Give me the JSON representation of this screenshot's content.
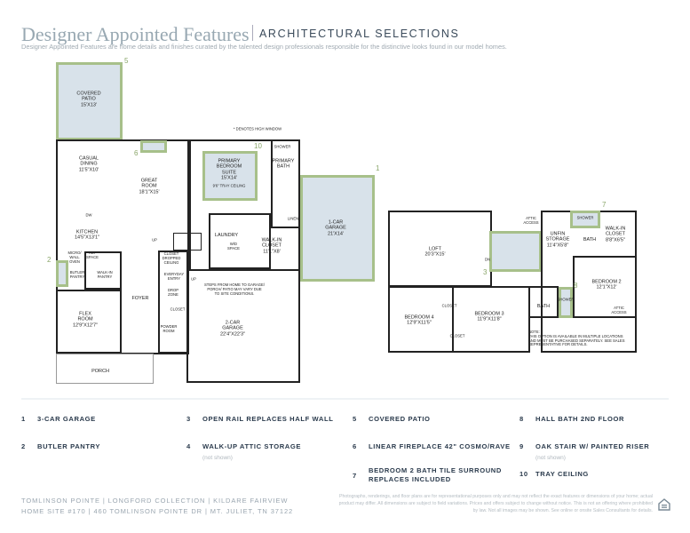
{
  "header": {
    "title": "Designer Appointed Features",
    "subtitle": "ARCHITECTURAL SELECTIONS",
    "intro": "Designer Appointed Features are home details and finishes curated by the talented design professionals responsible for the distinctive looks found in our model homes."
  },
  "main_floor": {
    "rooms": [
      "COVERED\nPATIO\n15'X13'",
      "CASUAL\nDINING\n11'5\"X10'",
      "GREAT\nROOM\n18'1\"X15'",
      "KITCHEN\n14'5\"X13'1\"",
      "PRIMARY\nBEDROOM\nSUITE\n15'X14'",
      "9'6\" TRAY CEILING",
      "PRIMARY\nBATH",
      "SHOWER",
      "LAUNDRY",
      "W/D\nSPACE",
      "WALK-IN\nCLOSET\n11'1\"X8'",
      "LINEN",
      "1-CAR\nGARAGE\n21'X14'",
      "MICRO/\nWALL\nOVEN",
      "REF\nSPACE",
      "DW",
      "BUTLER\nPANTRY",
      "WALK-IN\nPANTRY",
      "CLOSET\nDROPPED\nCEILING",
      "EVERYDAY\nENTRY",
      "DROP\nZONE",
      "CLOSET",
      "POWDER\nROOM",
      "FOYER",
      "FLEX\nROOM\n12'9\"X12'7\"",
      "2-CAR\nGARAGE\n22'4\"X22'3\"",
      "PORCH",
      "UP",
      "UP"
    ],
    "notes": {
      "high_window": "* DENOTES HIGH WINDOW",
      "steps": "STEPS FROM HOME TO GARAGE/\nPORCH/ PATIO MAY VARY DUE\nTO SITE CONDITIONS."
    },
    "markers": [
      "5",
      "6",
      "10",
      "1",
      "2"
    ]
  },
  "upper_floor": {
    "rooms": [
      "LOFT\n20'3\"X15'",
      "DN",
      "ATTIC\nACCESS",
      "UNFIN\nSTORAGE\n11'4\"X5'8\"",
      "SHOWER",
      "BATH",
      "WALK-IN\nCLOSET\n8'8\"X6'5\"",
      "BEDROOM 2\n12'1\"X12'",
      "BATH",
      "SHOWER",
      "ATTIC\nACCESS",
      "BEDROOM 4\n12'9\"X11'5\"",
      "CLOSET",
      "BEDROOM 3\n11'9\"X11'8\"",
      "CLOSET"
    ],
    "note": "NOTE:\nTHIS OPTION IS AVAILABLE IN MULTIPLE LOCATIONS\nAND MUST BE PURCHASED SEPARATELY. SEE SALES\nREPRESENTATIVE FOR DETAILS.",
    "markers": [
      "7",
      "3",
      "8"
    ]
  },
  "features": [
    {
      "num": "1",
      "label": "3-CAR GARAGE"
    },
    {
      "num": "2",
      "label": "BUTLER PANTRY"
    },
    {
      "num": "3",
      "label": "OPEN RAIL REPLACES HALF WALL"
    },
    {
      "num": "4",
      "label": "WALK-UP ATTIC STORAGE",
      "note": "(not shown)"
    },
    {
      "num": "5",
      "label": "COVERED PATIO"
    },
    {
      "num": "6",
      "label": "LINEAR FIREPLACE 42\" COSMO/RAVE"
    },
    {
      "num": "7",
      "label": "BEDROOM 2 BATH TILE SURROUND REPLACES INCLUDED"
    },
    {
      "num": "8",
      "label": "HALL BATH 2ND FLOOR"
    },
    {
      "num": "9",
      "label": "OAK STAIR W/ PAINTED RISER",
      "note": "(not shown)"
    },
    {
      "num": "10",
      "label": "TRAY CEILING"
    }
  ],
  "footer": {
    "line1": "TOMLINSON POINTE  |  LONGFORD COLLECTION  |  KILDARE FAIRVIEW",
    "line2": "HOME SITE #170  |  460 TOMLINSON POINTE DR  |  MT. JULIET, TN 37122",
    "legal": "Photographs, renderings, and floor plans are for representational purposes only and may not reflect the exact features or dimensions of your home; actual product may differ. All dimensions are subject to field variations. Prices and offers subject to change without notice. This is not an offering where prohibited by law. Not all images may be shown. See online or onsite Sales Consultants for details.",
    "logo": "equal-housing-opportunity-icon"
  },
  "colors": {
    "option_highlight": "#a7c08a",
    "option_fill": "#d8e2ea",
    "title": "#98a8b2"
  }
}
